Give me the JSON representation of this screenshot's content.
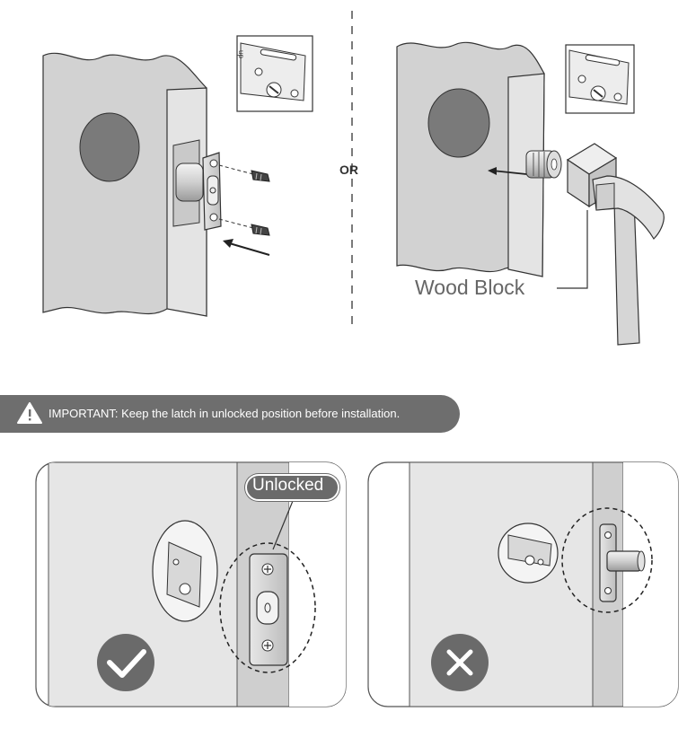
{
  "labels": {
    "or": "OR",
    "wood_block": "Wood Block",
    "important": "IMPORTANT: Keep the latch in unlocked position before installation.",
    "unlocked": "Unlocked",
    "inset_lock_mark": "up"
  },
  "icons": {
    "warning": "warning-triangle-icon",
    "correct": "checkmark-icon",
    "incorrect": "cross-icon"
  },
  "colors": {
    "door": "#d2d2d2",
    "door_edge": "#e4e4e4",
    "banner": "#6e6e6e",
    "badge": "#6a6a6a",
    "outline": "#333333"
  }
}
